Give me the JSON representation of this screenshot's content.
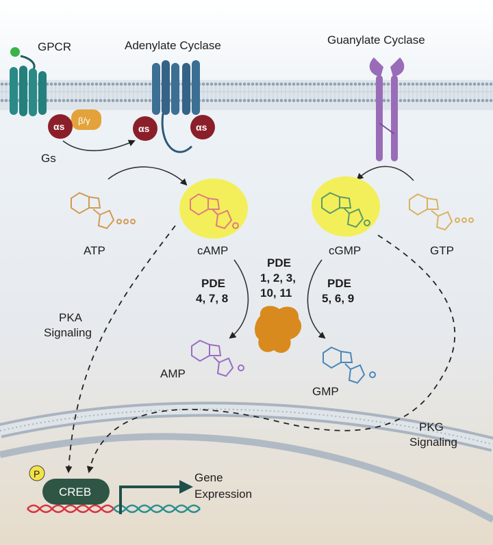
{
  "labels": {
    "gpcr": "GPCR",
    "adenylate_cyclase": "Adenylate Cyclase",
    "guanylate_cyclase": "Guanylate Cyclase",
    "gs": "Gs",
    "alpha_s": "αs",
    "beta_gamma": "β/γ",
    "atp": "ATP",
    "camp": "cAMP",
    "cgmp": "cGMP",
    "gtp": "GTP",
    "amp": "AMP",
    "gmp": "GMP",
    "pde_center": {
      "l1": "PDE",
      "l2": "1, 2, 3,",
      "l3": "10, 11"
    },
    "pde_left": {
      "l1": "PDE",
      "l2": "4, 7, 8"
    },
    "pde_right": {
      "l1": "PDE",
      "l2": "5, 6, 9"
    },
    "pka": {
      "l1": "PKA",
      "l2": "Signaling"
    },
    "pkg": {
      "l1": "PKG",
      "l2": "Signaling"
    },
    "creb": "CREB",
    "phospho": "P",
    "gene": {
      "l1": "Gene",
      "l2": "Expression"
    }
  },
  "colors": {
    "gpcr": "#2a8a86",
    "adenylate_cyclase": "#3c6f94",
    "guanylate_cyclase": "#9a6cb8",
    "alpha_s": "#8a1f2a",
    "beta_gamma": "#e3a23a",
    "atp": "#d29a52",
    "camp": "#e07a80",
    "cgmp": "#5a9a66",
    "amp": "#9b6cc4",
    "gmp": "#4a86b8",
    "highlight": "#f3ef5a",
    "pde_enzyme": "#d98a1e",
    "creb": "#2f5545",
    "dna_red": "#d83340",
    "dna_teal": "#2b8f90"
  }
}
